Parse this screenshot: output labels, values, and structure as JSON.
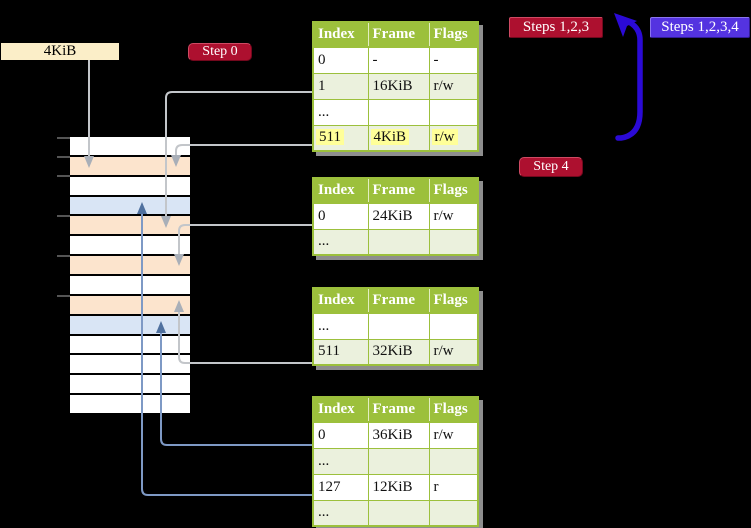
{
  "colors": {
    "background": "#000000",
    "table_header_bg": "#9CC03C",
    "table_border": "#9CC03C",
    "row_shaded": "#EBF1DD",
    "highlight_yellow": "#FFFF99",
    "stack_white": "#FFFFFF",
    "stack_orange": "#FCE4CD",
    "stack_blue": "#D9E5F5",
    "connector_gray": "#C3C6CA",
    "connector_gray_head": "#A9AFB8",
    "connector_blue": "#7E99C5",
    "connector_blue_head": "#50719F",
    "big_arrow_blue": "#2B0AD6",
    "step_red_bg": "#AD102F",
    "step_blue_bg": "#5433E0",
    "label_cream_bg": "#FBEEC8",
    "tick_gray": "#555555"
  },
  "labels": {
    "size_label": "4KiB",
    "step0": "Step 0",
    "steps123": "Steps 1,2,3",
    "steps1234": "Steps 1,2,3,4",
    "step4": "Step 4"
  },
  "tables": [
    {
      "headers": [
        "Index",
        "Frame",
        "Flags"
      ],
      "rows": [
        {
          "cells": [
            "0",
            "-",
            "-"
          ],
          "shaded": false,
          "highlight": false
        },
        {
          "cells": [
            "1",
            "16KiB",
            "r/w"
          ],
          "shaded": true,
          "highlight": false
        },
        {
          "cells": [
            "...",
            "",
            ""
          ],
          "shaded": false,
          "highlight": false
        },
        {
          "cells": [
            "511",
            "4KiB",
            "r/w"
          ],
          "shaded": true,
          "highlight": true
        }
      ]
    },
    {
      "headers": [
        "Index",
        "Frame",
        "Flags"
      ],
      "rows": [
        {
          "cells": [
            "0",
            "24KiB",
            "r/w"
          ],
          "shaded": false,
          "highlight": false
        },
        {
          "cells": [
            "...",
            "",
            ""
          ],
          "shaded": true,
          "highlight": false
        }
      ]
    },
    {
      "headers": [
        "Index",
        "Frame",
        "Flags"
      ],
      "rows": [
        {
          "cells": [
            "...",
            "",
            ""
          ],
          "shaded": false,
          "highlight": false
        },
        {
          "cells": [
            "511",
            "32KiB",
            "r/w"
          ],
          "shaded": true,
          "highlight": false
        }
      ]
    },
    {
      "headers": [
        "Index",
        "Frame",
        "Flags"
      ],
      "rows": [
        {
          "cells": [
            "0",
            "36KiB",
            "r/w"
          ],
          "shaded": false,
          "highlight": false
        },
        {
          "cells": [
            "...",
            "",
            ""
          ],
          "shaded": true,
          "highlight": false
        },
        {
          "cells": [
            "127",
            "12KiB",
            "r"
          ],
          "shaded": false,
          "highlight": false
        },
        {
          "cells": [
            "...",
            "",
            ""
          ],
          "shaded": true,
          "highlight": false
        }
      ]
    }
  ],
  "memory_stack": {
    "rows": [
      "white",
      "orange",
      "white",
      "blue",
      "orange",
      "white",
      "orange",
      "white",
      "orange",
      "blue",
      "white",
      "white",
      "white",
      "white"
    ]
  },
  "connections": [
    {
      "from": "4KiB label",
      "to": "frame row 2",
      "style": "gray",
      "direction": "down"
    },
    {
      "from": "table1 index 1 (16KiB)",
      "to": "frame row 5",
      "style": "gray",
      "direction": "down"
    },
    {
      "from": "table1 index 511 (4KiB)",
      "to": "frame row 2",
      "style": "gray",
      "direction": "down"
    },
    {
      "from": "table2 index 0 (24KiB)",
      "to": "frame row 7",
      "style": "gray",
      "direction": "down"
    },
    {
      "from": "table3 index 511 (32KiB)",
      "to": "frame row 9",
      "style": "gray",
      "direction": "up"
    },
    {
      "from": "table4 index 0 (36KiB)",
      "to": "frame row 10",
      "style": "blue",
      "direction": "up"
    },
    {
      "from": "table4 index 127 (12KiB)",
      "to": "frame row 4",
      "style": "blue",
      "direction": "up"
    },
    {
      "from": "step 4 area",
      "to": "steps 1,2,3 area",
      "style": "big-blue-loop",
      "direction": "up"
    }
  ]
}
